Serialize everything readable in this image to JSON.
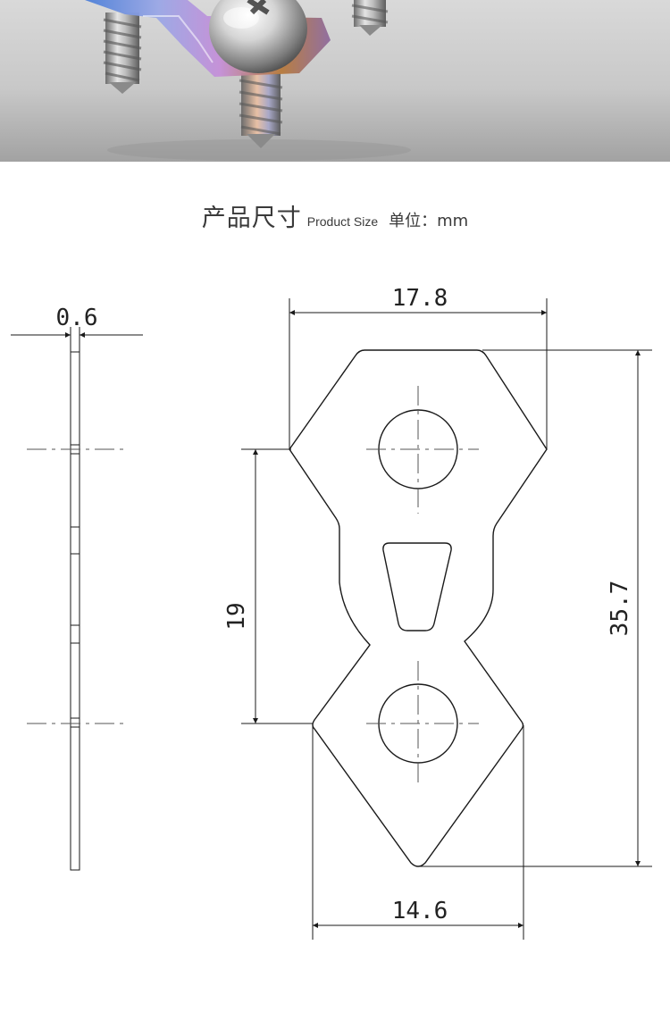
{
  "header": {
    "title_zh": "产品尺寸",
    "title_en": "Product Size",
    "unit_label": "单位：mm"
  },
  "dimensions": {
    "thickness": "0.6",
    "top_width": "17.8",
    "hole_spacing": "19",
    "overall_length": "35.7",
    "bottom_width": "14.6"
  },
  "colors": {
    "line": "#1a1a1a",
    "centerline": "#555555",
    "photo_bg_top": "#cfcfcf",
    "photo_bg_bottom": "#a9a9a9",
    "title_text": "#3a3a3a"
  }
}
